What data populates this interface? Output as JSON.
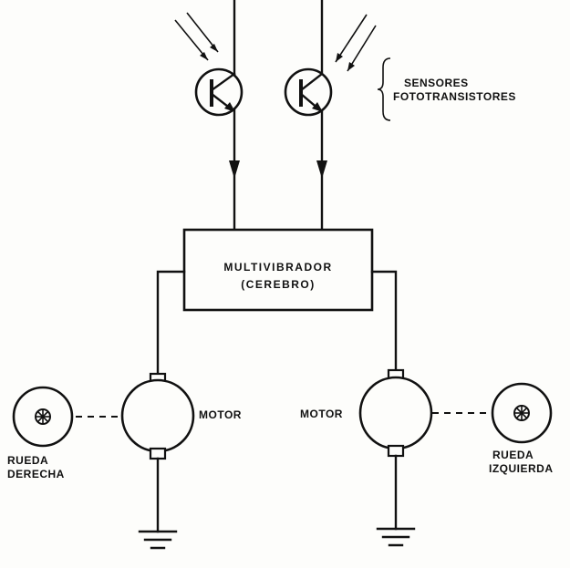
{
  "sensors_label": {
    "line1": "SENSORES",
    "line2": "FOTOTRANSISTORES"
  },
  "block_label": {
    "line1": "MULTIVIBRADOR",
    "line2": "(CEREBRO)"
  },
  "left_motor_label": "MOTOR",
  "right_motor_label": "MOTOR",
  "left_wheel_label": {
    "line1": "RUEDA",
    "line2": "DERECHA"
  },
  "right_wheel_label": {
    "line1": "RUEDA",
    "line2": "IZQUIERDA"
  }
}
